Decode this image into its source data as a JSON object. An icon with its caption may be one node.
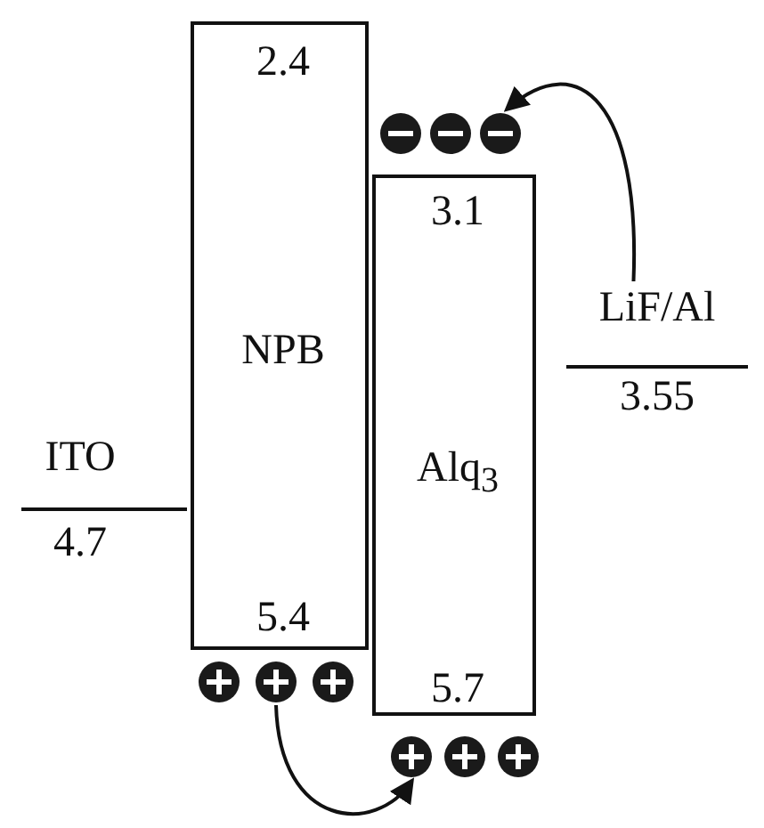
{
  "diagram": {
    "nodes": [
      {
        "text": [
          "2.4",
          "NPB",
          "5.4"
        ]
      },
      {
        "text": [],
        "shape": "circle"
      },
      {
        "text": [],
        "shape": "circle"
      },
      {
        "text": [],
        "shape": "circle"
      },
      {
        "text": [
          "3.1",
          "Alq$_{3}$",
          "5.7"
        ]
      },
      {
        "text": [
          "LiF/Al",
          "3.55"
        ]
      },
      {
        "text": [
          "ITO",
          "4.7"
        ]
      },
      {
        "text": [],
        "shape": "circle"
      },
      {
        "text": [],
        "shape": "circle"
      },
      {
        "text": [],
        "shape": "circle"
      },
      {
        "text": [],
        "shape": "circle"
      },
      {
        "text": [],
        "shape": "circle"
      },
      {
        "text": [],
        "shape": "circle"
      }
    ],
    "edges": [
      {
        "from": 5,
        "to": 3,
        "arrow": "to"
      },
      {
        "from": 8,
        "to": 10,
        "arrow": "to"
      }
    ]
  }
}
